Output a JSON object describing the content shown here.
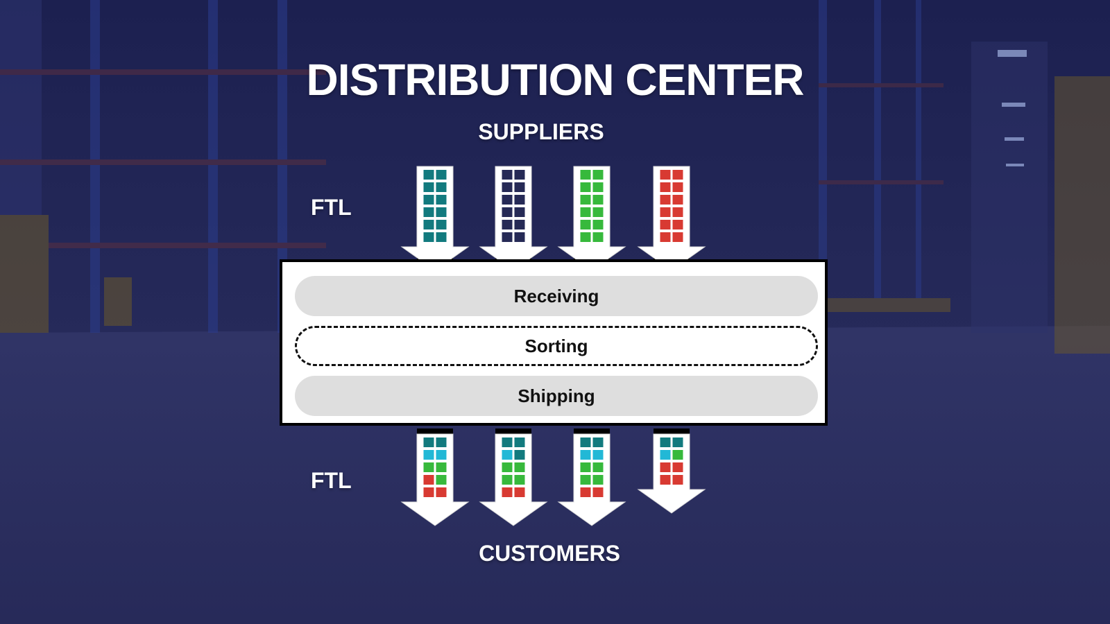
{
  "title": "DISTRIBUTION CENTER",
  "source_label": "SUPPLIERS",
  "destination_label": "CUSTOMERS",
  "inbound": {
    "label": "FTL",
    "shipments": [
      {
        "cells": [
          "teal",
          "teal",
          "teal",
          "teal",
          "teal",
          "teal",
          "teal",
          "teal",
          "teal",
          "teal",
          "teal",
          "teal"
        ]
      },
      {
        "cells": [
          "navy",
          "navy",
          "navy",
          "navy",
          "navy",
          "navy",
          "navy",
          "navy",
          "navy",
          "navy",
          "navy",
          "navy"
        ]
      },
      {
        "cells": [
          "green",
          "green",
          "green",
          "green",
          "green",
          "green",
          "green",
          "green",
          "green",
          "green",
          "green",
          "green"
        ]
      },
      {
        "cells": [
          "red",
          "red",
          "red",
          "red",
          "red",
          "red",
          "red",
          "red",
          "red",
          "red",
          "red",
          "red"
        ]
      }
    ]
  },
  "outbound": {
    "label": "FTL",
    "shipments": [
      {
        "cells": [
          "teal",
          "teal",
          "cyan",
          "cyan",
          "green",
          "green",
          "red",
          "green",
          "red",
          "red"
        ]
      },
      {
        "cells": [
          "teal",
          "teal",
          "cyan",
          "teal",
          "green",
          "green",
          "green",
          "green",
          "red",
          "red"
        ]
      },
      {
        "cells": [
          "teal",
          "teal",
          "cyan",
          "cyan",
          "green",
          "green",
          "green",
          "green",
          "red",
          "red"
        ]
      },
      {
        "cells": [
          "teal",
          "teal",
          "cyan",
          "green",
          "red",
          "red",
          "red",
          "red"
        ]
      }
    ]
  },
  "process_steps": [
    {
      "label": "Receiving",
      "style": "filled"
    },
    {
      "label": "Sorting",
      "style": "dashed"
    },
    {
      "label": "Shipping",
      "style": "filled"
    }
  ],
  "colors": {
    "teal": "#127a7e",
    "navy": "#262a56",
    "green": "#37b93c",
    "red": "#d83a32",
    "cyan": "#22b8d6",
    "background": "#222552"
  },
  "icons": {
    "arrow": "down-arrow-icon",
    "package": "pallet-stack-icon"
  }
}
